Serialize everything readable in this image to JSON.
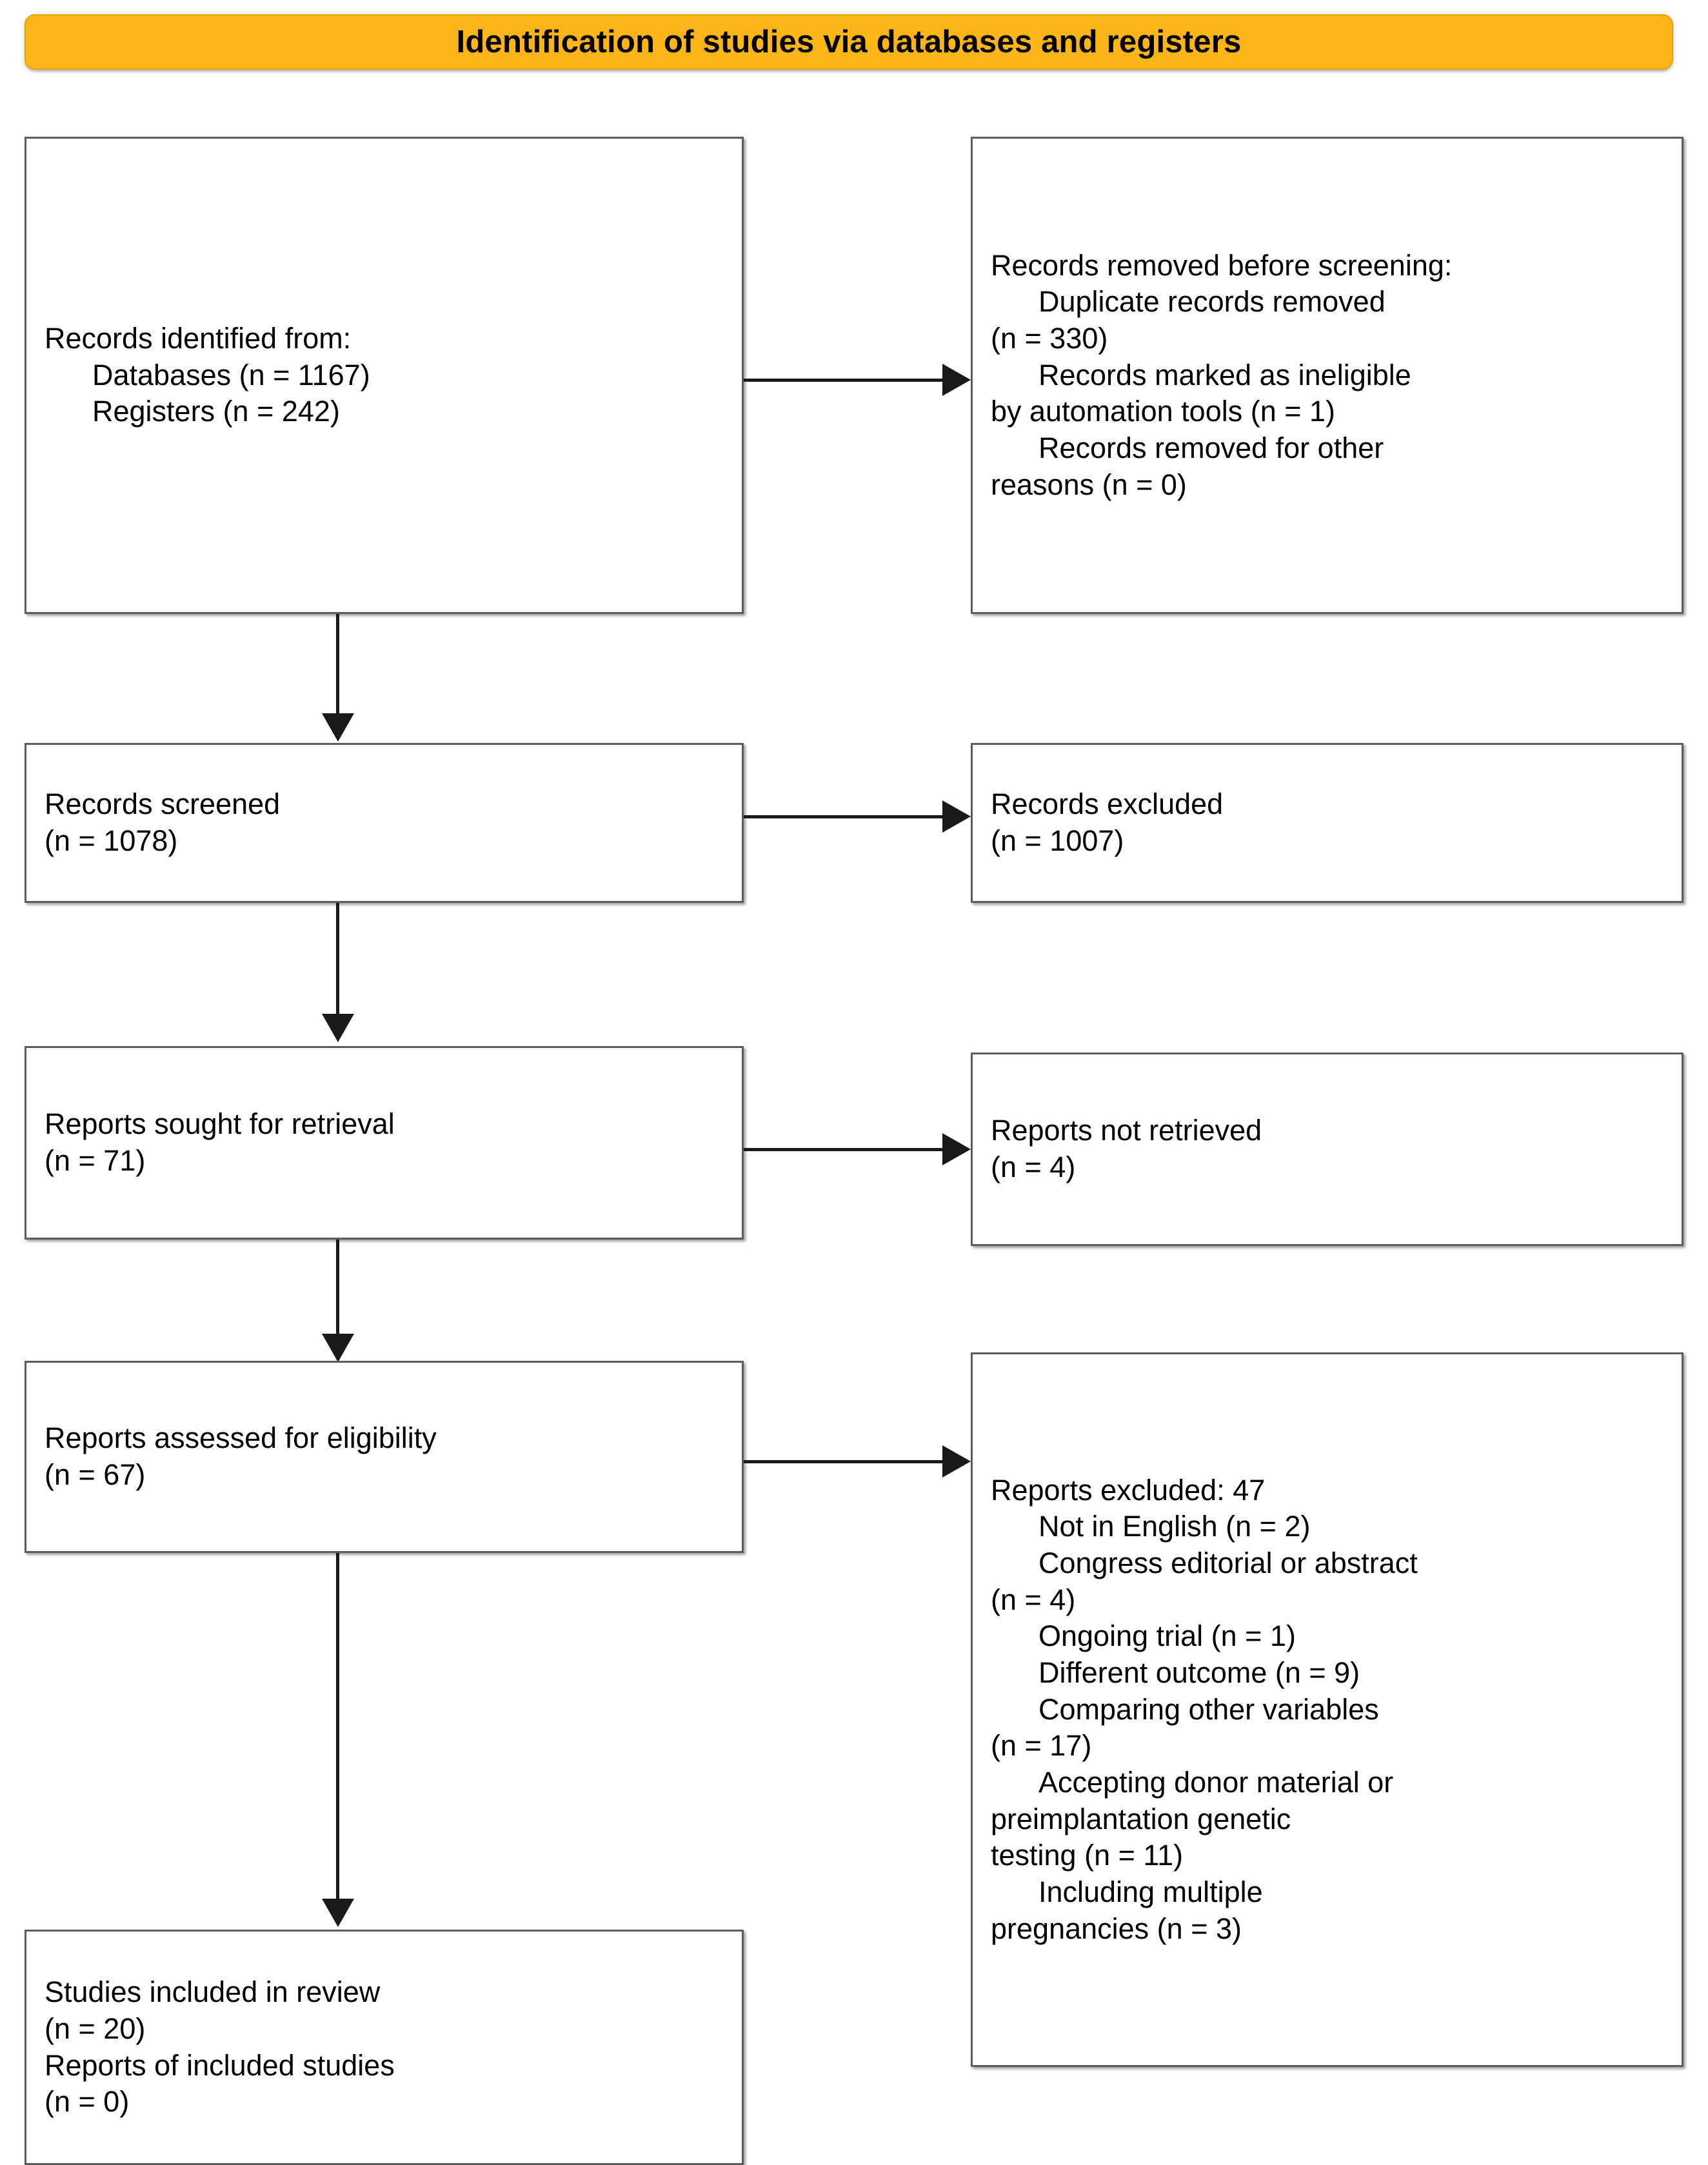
{
  "banner": {
    "title": "Identification of studies via databases and registers",
    "color": "#FBB518"
  },
  "boxes": {
    "identification": {
      "line1": "Records identified from:",
      "line2": "Databases (n = 1167)",
      "line3": "Registers (n = 242)"
    },
    "removed_before_screening": {
      "heading_prefix": "Records removed ",
      "heading_italic": "before screening",
      "heading_suffix": ":",
      "item1": "Duplicate records removed",
      "item1_n": "(n = 330)",
      "item2": "Records marked as ineligible",
      "item2_cont": "by automation tools (n = 1)",
      "item3": "Records removed for other",
      "item3_cont": "reasons (n = 0)"
    },
    "records_screened": {
      "line1": "Records screened",
      "line2": "(n = 1078)"
    },
    "records_excluded": {
      "line1": "Records excluded",
      "line2": "(n = 1007)"
    },
    "reports_sought": {
      "line1": "Reports sought for retrieval",
      "line2": "(n = 71)"
    },
    "reports_not_retrieved": {
      "line1": "Reports not retrieved",
      "line2": "(n = 4)"
    },
    "reports_assessed": {
      "line1": "Reports assessed for eligibility",
      "line2": "(n = 67)"
    },
    "reports_excluded": {
      "heading": "Reports excluded: 47",
      "r1": "Not in English (n = 2)",
      "r2": "Congress editorial or abstract",
      "r2_cont": "(n = 4)",
      "r3": "Ongoing trial (n = 1)",
      "r4": "Different outcome (n = 9)",
      "r5": "Comparing other variables",
      "r5_cont": "(n = 17)",
      "r6": "Accepting donor material or",
      "r6_cont1": "preimplantation genetic",
      "r6_cont2": "testing (n = 11)",
      "r7": "Including multiple",
      "r7_cont": "pregnancies (n = 3)"
    },
    "included": {
      "line1": "Studies included in review",
      "line2": "(n = 20)",
      "line3": "Reports of included studies",
      "line4": "(n = 0)"
    }
  },
  "chart_data": {
    "type": "diagram",
    "title": "Identification of studies via databases and registers",
    "stages": [
      {
        "name": "Records identified from databases",
        "n": 1167
      },
      {
        "name": "Records identified from registers",
        "n": 242
      },
      {
        "name": "Duplicate records removed",
        "n": 330
      },
      {
        "name": "Records marked as ineligible by automation tools",
        "n": 1
      },
      {
        "name": "Records removed for other reasons",
        "n": 0
      },
      {
        "name": "Records screened",
        "n": 1078
      },
      {
        "name": "Records excluded",
        "n": 1007
      },
      {
        "name": "Reports sought for retrieval",
        "n": 71
      },
      {
        "name": "Reports not retrieved",
        "n": 4
      },
      {
        "name": "Reports assessed for eligibility",
        "n": 67
      },
      {
        "name": "Reports excluded",
        "n": 47
      },
      {
        "name": "Not in English",
        "n": 2
      },
      {
        "name": "Congress editorial or abstract",
        "n": 4
      },
      {
        "name": "Ongoing trial",
        "n": 1
      },
      {
        "name": "Different outcome",
        "n": 9
      },
      {
        "name": "Comparing other variables",
        "n": 17
      },
      {
        "name": "Accepting donor material or preimplantation genetic testing",
        "n": 11
      },
      {
        "name": "Including multiple pregnancies",
        "n": 3
      },
      {
        "name": "Studies included in review",
        "n": 20
      },
      {
        "name": "Reports of included studies",
        "n": 0
      }
    ]
  }
}
